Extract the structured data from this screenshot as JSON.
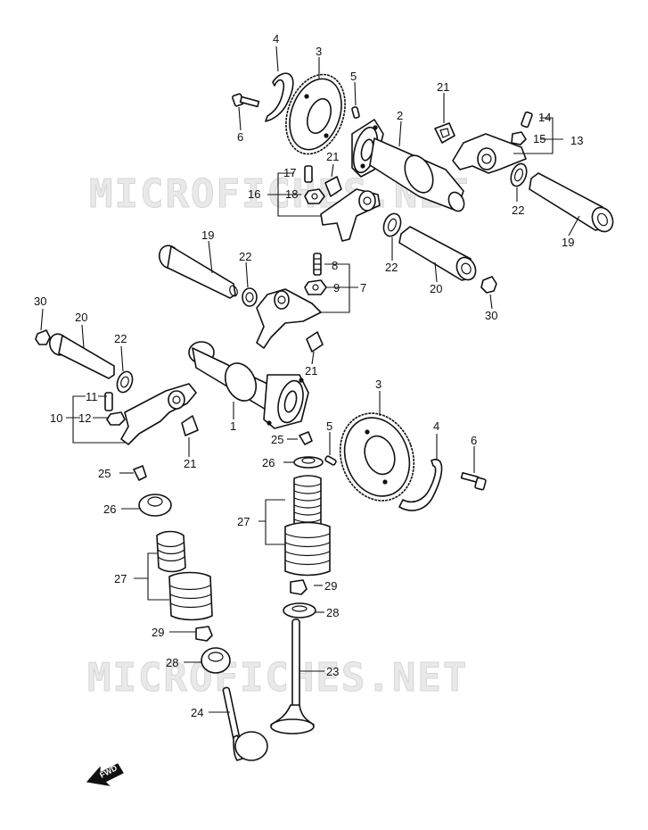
{
  "watermark": "MICROFICHES.NET",
  "direction_label": "FWD",
  "callouts": {
    "c1": "1",
    "c2": "2",
    "c3a": "3",
    "c3b": "3",
    "c4a": "4",
    "c4b": "4",
    "c5a": "5",
    "c5b": "5",
    "c6a": "6",
    "c6b": "6",
    "c7": "7",
    "c8": "8",
    "c9": "9",
    "c10": "10",
    "c11": "11",
    "c12": "12",
    "c13": "13",
    "c14": "14",
    "c15": "15",
    "c16": "16",
    "c17": "17",
    "c18": "18",
    "c19a": "19",
    "c19b": "19",
    "c20a": "20",
    "c20b": "20",
    "c21a": "21",
    "c21b": "21",
    "c21c": "21",
    "c21d": "21",
    "c22a": "22",
    "c22b": "22",
    "c22c": "22",
    "c22d": "22",
    "c23": "23",
    "c24": "24",
    "c25a": "25",
    "c25b": "25",
    "c26a": "26",
    "c26b": "26",
    "c27a": "27",
    "c27b": "27",
    "c28a": "28",
    "c28b": "28",
    "c29a": "29",
    "c29b": "29",
    "c30a": "30",
    "c30b": "30"
  }
}
